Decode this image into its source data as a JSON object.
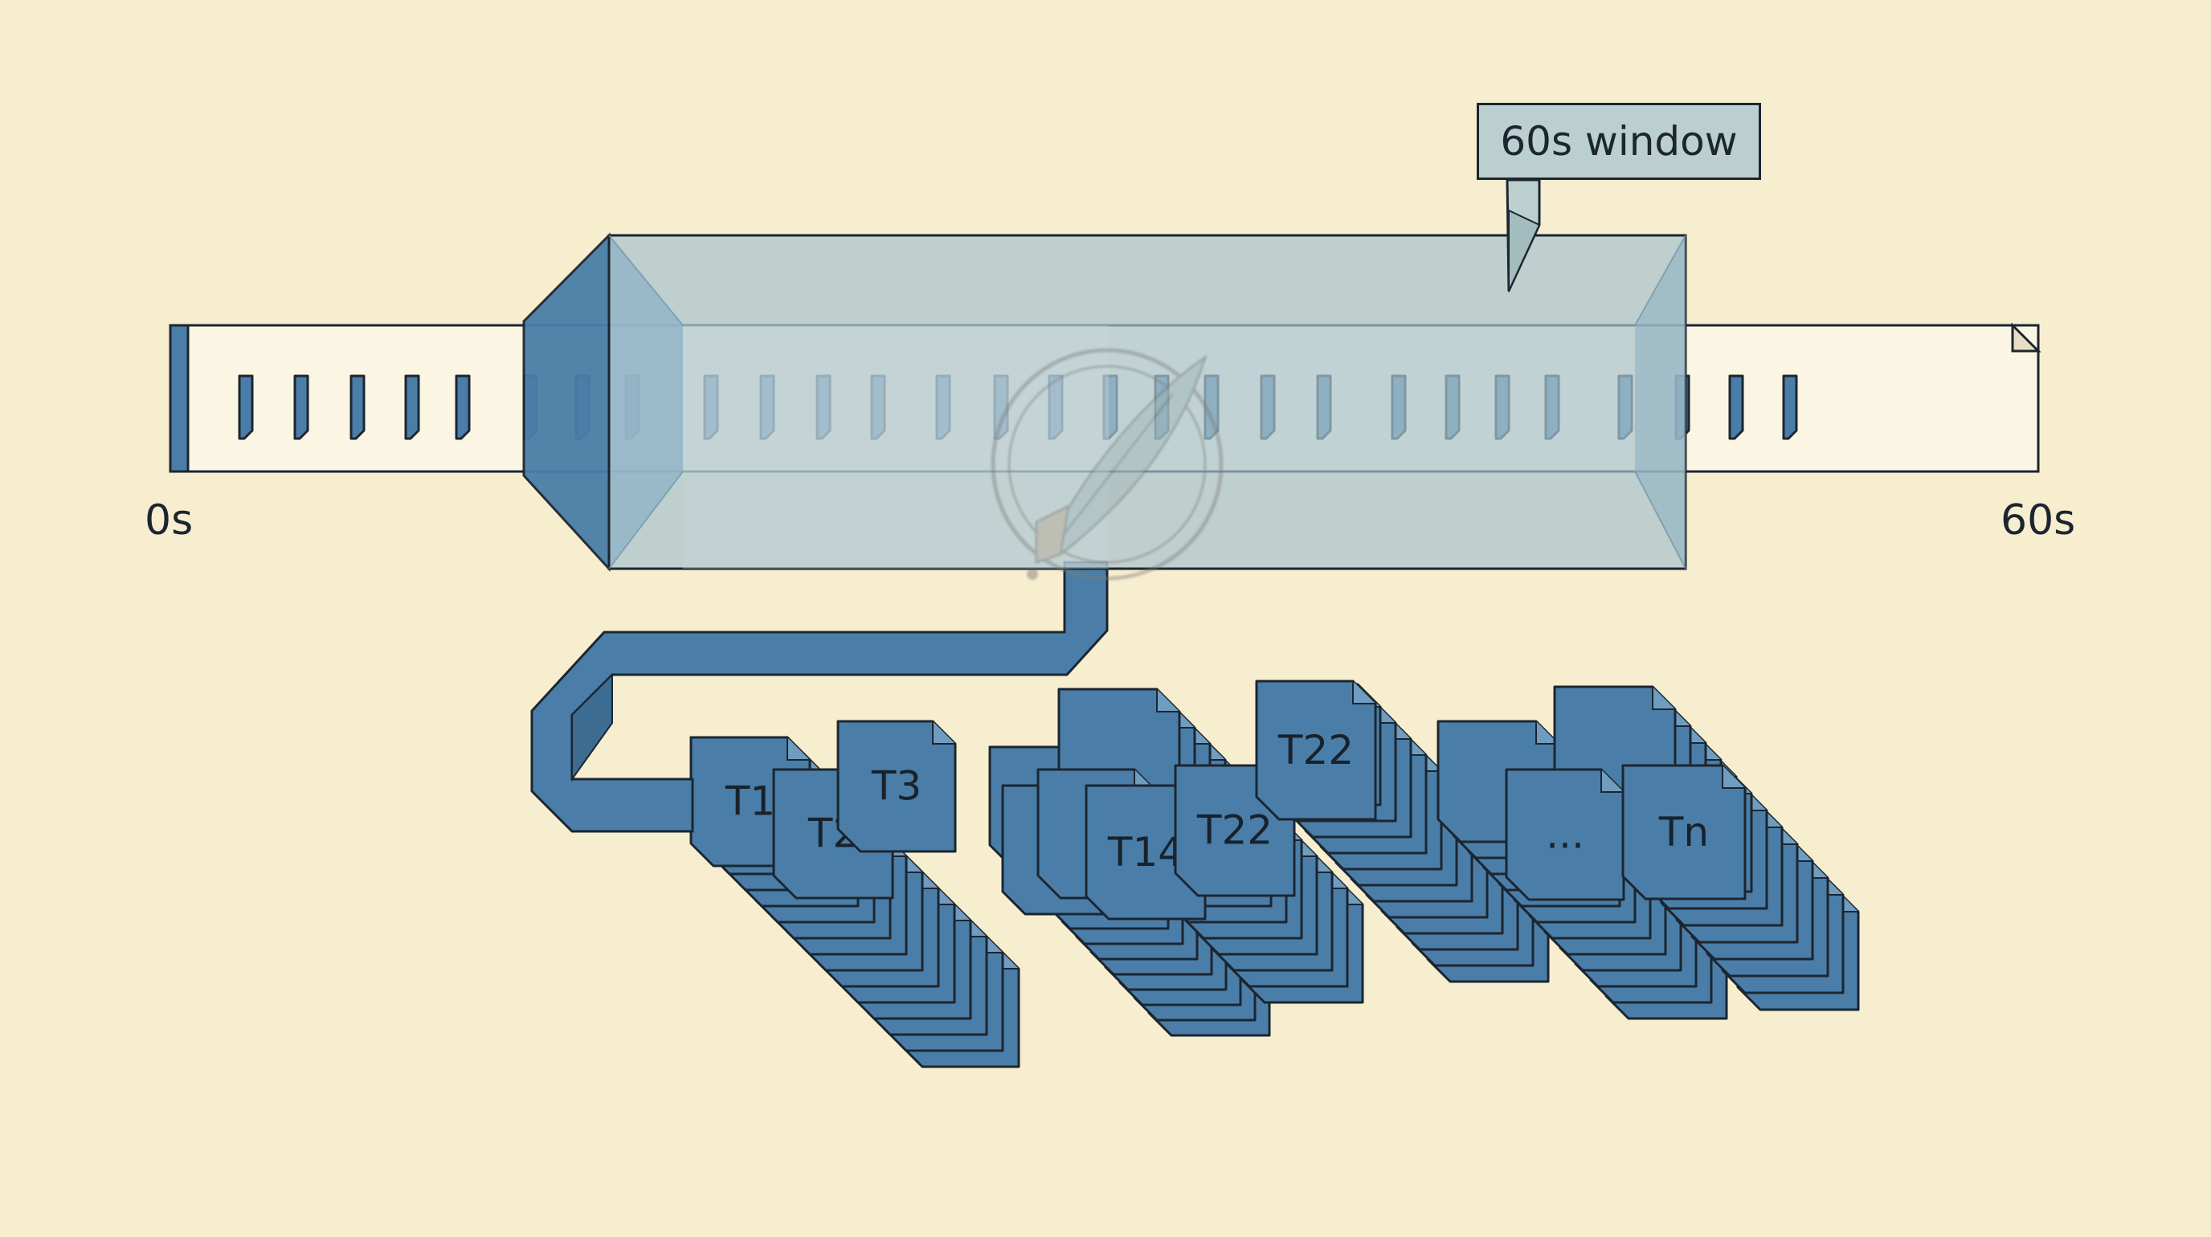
{
  "timeline": {
    "start_label": "0s",
    "end_label": "60s",
    "tick_count": 28
  },
  "window": {
    "label": "60s window"
  },
  "tasks": {
    "front_labels": [
      "T1",
      "T2",
      "T3",
      "T",
      "T",
      "T14",
      "T22",
      "T22",
      "...",
      "Tn"
    ]
  },
  "colors": {
    "background": "#f6eecf",
    "task_blue": "#4a7ea8",
    "window_fill": "#a9c3cd",
    "strip_fill": "#fbf6e3",
    "outline": "#1c2530"
  },
  "icons": {
    "watermark": "quill-pen-seal-icon"
  }
}
